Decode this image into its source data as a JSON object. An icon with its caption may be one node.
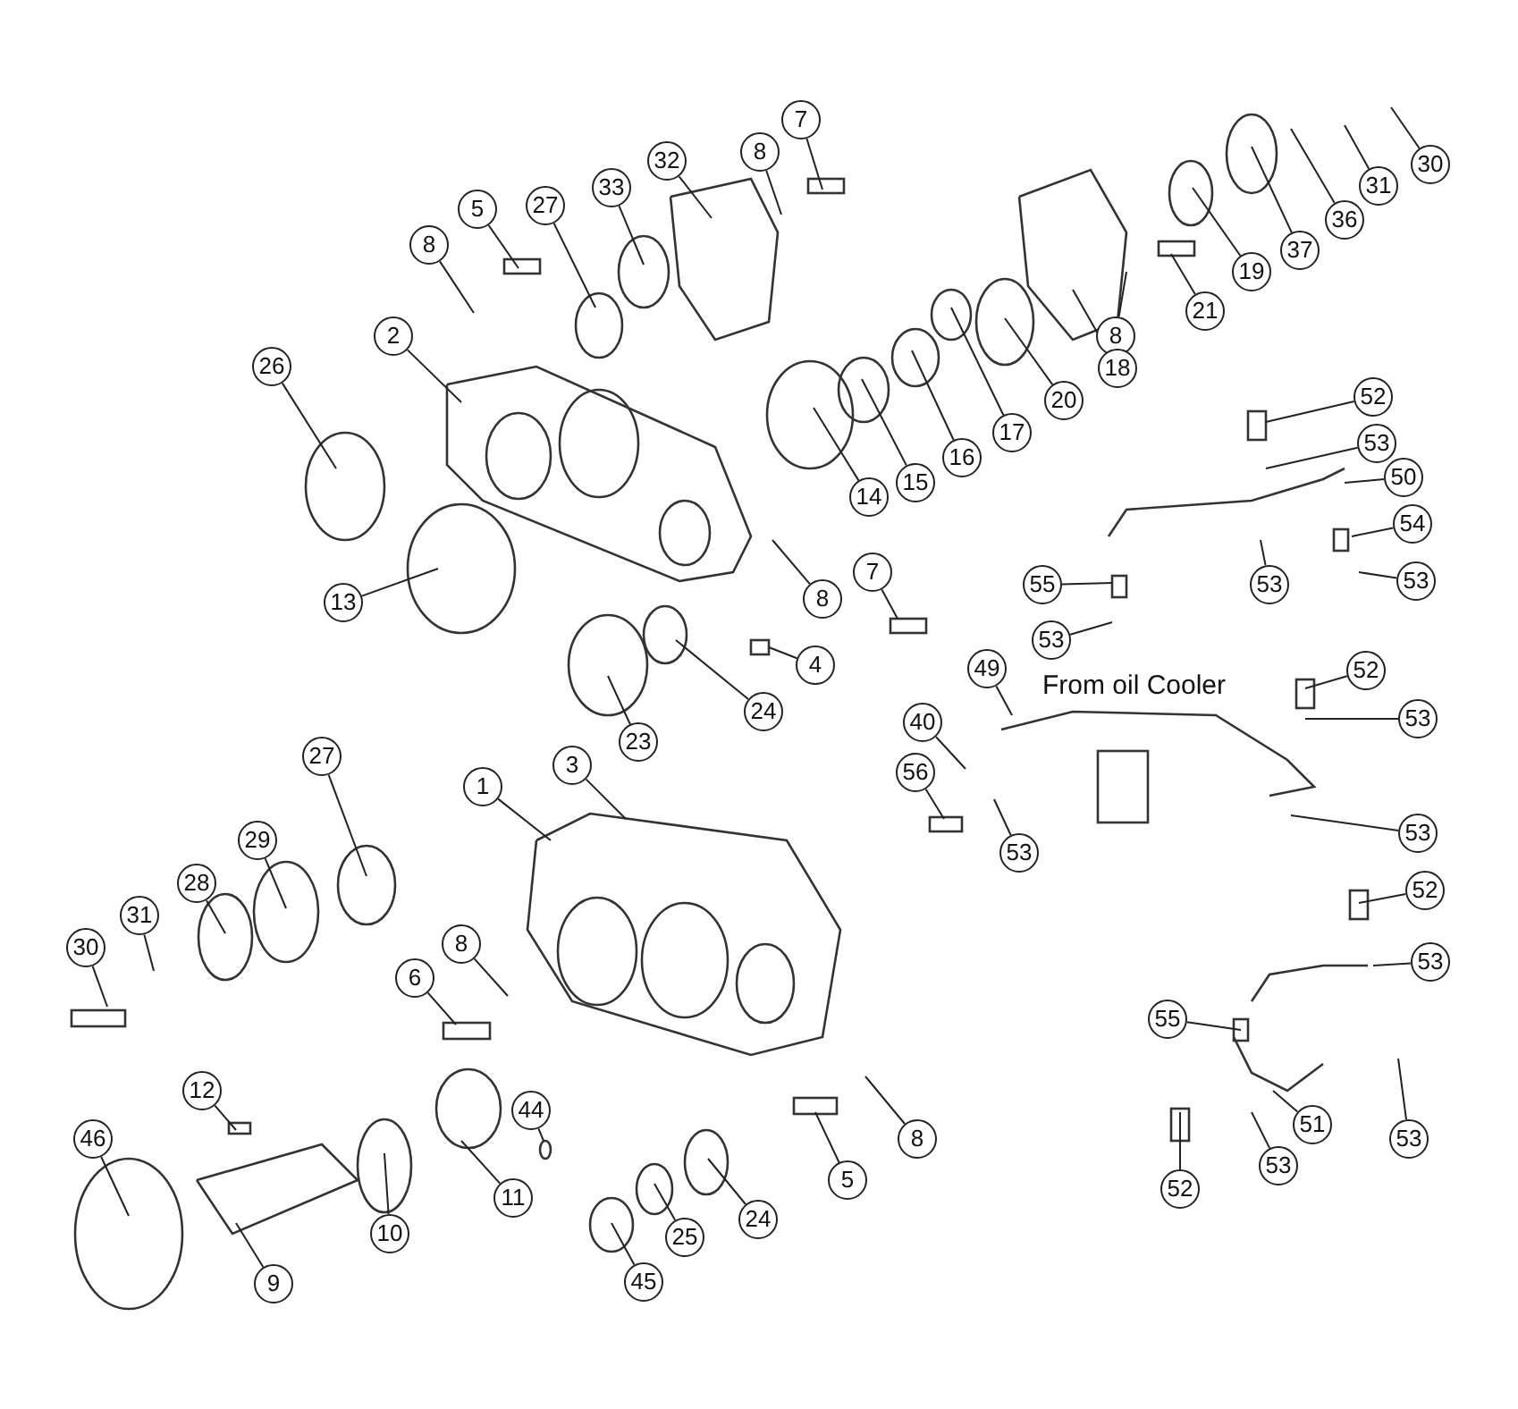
{
  "diagram": {
    "nodes": [
      {
        "text": [
          "8"
        ]
      },
      {
        "text": [
          "5"
        ]
      },
      {
        "text": [
          "27"
        ]
      },
      {
        "text": [
          "33"
        ]
      },
      {
        "text": [
          "32"
        ]
      },
      {
        "text": [
          "8"
        ]
      },
      {
        "text": [
          "7"
        ]
      },
      {
        "text": [
          "30"
        ]
      },
      {
        "text": [
          "31"
        ]
      },
      {
        "text": [
          "36"
        ]
      },
      {
        "text": [
          "37"
        ]
      },
      {
        "text": [
          "19"
        ]
      },
      {
        "text": [
          "21"
        ]
      },
      {
        "text": [
          "8"
        ]
      },
      {
        "text": [
          "18"
        ]
      },
      {
        "text": [
          "20"
        ]
      },
      {
        "text": [
          "17"
        ]
      },
      {
        "text": [
          "16"
        ]
      },
      {
        "text": [
          "15"
        ]
      },
      {
        "text": [
          "14"
        ]
      },
      {
        "text": [
          "2"
        ]
      },
      {
        "text": [
          "26"
        ]
      },
      {
        "text": [
          "7"
        ]
      },
      {
        "text": [
          "8"
        ]
      },
      {
        "text": [
          "13"
        ]
      },
      {
        "text": [
          "4"
        ]
      },
      {
        "text": [
          "24"
        ]
      },
      {
        "text": [
          "23"
        ]
      },
      {
        "text": [
          "52"
        ]
      },
      {
        "text": [
          "53"
        ]
      },
      {
        "text": [
          "50"
        ]
      },
      {
        "text": [
          "54"
        ]
      },
      {
        "text": [
          "53"
        ]
      },
      {
        "text": [
          "53"
        ]
      },
      {
        "text": [
          "55"
        ]
      },
      {
        "text": [
          "53"
        ]
      },
      {
        "text": [
          "49"
        ]
      },
      {
        "text": [
          "40"
        ]
      },
      {
        "text": [
          "56"
        ]
      },
      {
        "text": [
          "53"
        ]
      },
      {
        "text": [
          "52"
        ]
      },
      {
        "text": [
          "53"
        ]
      },
      {
        "text": [
          "53"
        ]
      },
      {
        "text": [
          "1"
        ]
      },
      {
        "text": [
          "3"
        ]
      },
      {
        "text": [
          "27"
        ]
      },
      {
        "text": [
          "29"
        ]
      },
      {
        "text": [
          "28"
        ]
      },
      {
        "text": [
          "31"
        ]
      },
      {
        "text": [
          "30"
        ]
      },
      {
        "text": [
          "8"
        ]
      },
      {
        "text": [
          "6"
        ]
      },
      {
        "text": [
          "52"
        ]
      },
      {
        "text": [
          "53"
        ]
      },
      {
        "text": [
          "55"
        ]
      },
      {
        "text": [
          "12"
        ]
      },
      {
        "text": [
          "44"
        ]
      },
      {
        "text": [
          "11"
        ]
      },
      {
        "text": [
          "8"
        ]
      },
      {
        "text": [
          "5"
        ]
      },
      {
        "text": [
          "10"
        ]
      },
      {
        "text": [
          "46"
        ]
      },
      {
        "text": [
          "9"
        ]
      },
      {
        "text": [
          "24"
        ]
      },
      {
        "text": [
          "25"
        ]
      },
      {
        "text": [
          "45"
        ]
      },
      {
        "text": [
          "51"
        ]
      },
      {
        "text": [
          "53"
        ]
      },
      {
        "text": [
          "52"
        ]
      },
      {
        "text": [
          "53"
        ]
      }
    ],
    "edges": [
      {
        "from": 0,
        "to": null,
        "arrow": "none"
      },
      {
        "from": 1,
        "to": null,
        "arrow": "none"
      },
      {
        "from": 2,
        "to": null,
        "arrow": "none"
      },
      {
        "from": 3,
        "to": null,
        "arrow": "none"
      },
      {
        "from": 4,
        "to": null,
        "arrow": "none"
      },
      {
        "from": 5,
        "to": null,
        "arrow": "none"
      },
      {
        "from": 6,
        "to": null,
        "arrow": "none"
      },
      {
        "from": 7,
        "to": null,
        "arrow": "none"
      },
      {
        "from": 8,
        "to": null,
        "arrow": "none"
      },
      {
        "from": 9,
        "to": null,
        "arrow": "none"
      },
      {
        "from": 10,
        "to": null,
        "arrow": "none"
      },
      {
        "from": 11,
        "to": null,
        "arrow": "none"
      },
      {
        "from": 12,
        "to": null,
        "arrow": "none"
      },
      {
        "from": 13,
        "to": null,
        "arrow": "none"
      },
      {
        "from": 14,
        "to": null,
        "arrow": "none"
      },
      {
        "from": 15,
        "to": null,
        "arrow": "none"
      },
      {
        "from": 16,
        "to": null,
        "arrow": "none"
      },
      {
        "from": 17,
        "to": null,
        "arrow": "none"
      },
      {
        "from": 18,
        "to": null,
        "arrow": "none"
      },
      {
        "from": 19,
        "to": null,
        "arrow": "none"
      },
      {
        "from": 20,
        "to": null,
        "arrow": "none"
      },
      {
        "from": 21,
        "to": null,
        "arrow": "none"
      },
      {
        "from": 22,
        "to": null,
        "arrow": "none"
      },
      {
        "from": 23,
        "to": null,
        "arrow": "none"
      },
      {
        "from": 24,
        "to": null,
        "arrow": "none"
      },
      {
        "from": 25,
        "to": null,
        "arrow": "none"
      },
      {
        "from": 26,
        "to": null,
        "arrow": "none"
      },
      {
        "from": 27,
        "to": null,
        "arrow": "none"
      },
      {
        "from": 28,
        "to": null,
        "arrow": "none"
      },
      {
        "from": 29,
        "to": null,
        "arrow": "none"
      },
      {
        "from": 30,
        "to": null,
        "arrow": "none"
      },
      {
        "from": 31,
        "to": null,
        "arrow": "none"
      },
      {
        "from": 32,
        "to": null,
        "arrow": "none"
      },
      {
        "from": 33,
        "to": null,
        "arrow": "none"
      },
      {
        "from": 34,
        "to": null,
        "arrow": "none"
      },
      {
        "from": 35,
        "to": null,
        "arrow": "none"
      },
      {
        "from": 36,
        "to": null,
        "arrow": "none"
      },
      {
        "from": 37,
        "to": null,
        "arrow": "none"
      },
      {
        "from": 38,
        "to": null,
        "arrow": "none"
      },
      {
        "from": 39,
        "to": null,
        "arrow": "none"
      },
      {
        "from": 40,
        "to": null,
        "arrow": "none"
      },
      {
        "from": 41,
        "to": null,
        "arrow": "none"
      },
      {
        "from": 42,
        "to": null,
        "arrow": "none"
      },
      {
        "from": 43,
        "to": null,
        "arrow": "none"
      },
      {
        "from": 44,
        "to": null,
        "arrow": "none"
      },
      {
        "from": 45,
        "to": null,
        "arrow": "none"
      },
      {
        "from": 46,
        "to": null,
        "arrow": "none"
      },
      {
        "from": 47,
        "to": null,
        "arrow": "none"
      },
      {
        "from": 48,
        "to": null,
        "arrow": "none"
      },
      {
        "from": 49,
        "to": null,
        "arrow": "none"
      },
      {
        "from": 50,
        "to": null,
        "arrow": "none"
      },
      {
        "from": 51,
        "to": null,
        "arrow": "none"
      },
      {
        "from": 52,
        "to": null,
        "arrow": "none"
      },
      {
        "from": 53,
        "to": null,
        "arrow": "none"
      },
      {
        "from": 54,
        "to": null,
        "arrow": "none"
      },
      {
        "from": 55,
        "to": null,
        "arrow": "none"
      },
      {
        "from": 56,
        "to": null,
        "arrow": "none"
      },
      {
        "from": 57,
        "to": null,
        "arrow": "none"
      },
      {
        "from": 58,
        "to": null,
        "arrow": "none"
      },
      {
        "from": 59,
        "to": null,
        "arrow": "none"
      },
      {
        "from": 60,
        "to": null,
        "arrow": "none"
      },
      {
        "from": 61,
        "to": null,
        "arrow": "none"
      },
      {
        "from": 62,
        "to": null,
        "arrow": "none"
      },
      {
        "from": 63,
        "to": null,
        "arrow": "none"
      },
      {
        "from": 64,
        "to": null,
        "arrow": "none"
      },
      {
        "from": 65,
        "to": null,
        "arrow": "none"
      },
      {
        "from": 66,
        "to": null,
        "arrow": "none"
      },
      {
        "from": 67,
        "to": null,
        "arrow": "none"
      },
      {
        "from": 68,
        "to": null,
        "arrow": "none"
      },
      {
        "from": 69,
        "to": null,
        "arrow": "none"
      }
    ],
    "labels": [
      "From oil Cooler"
    ]
  }
}
